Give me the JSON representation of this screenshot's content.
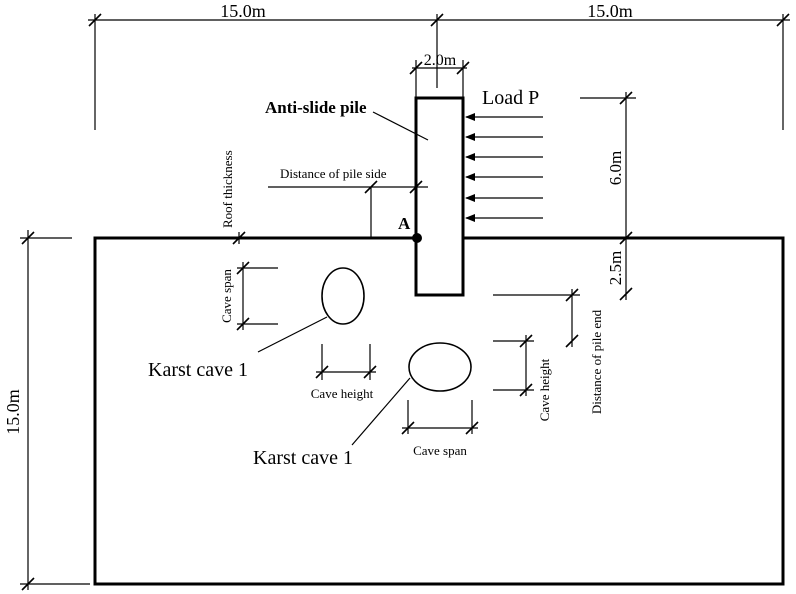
{
  "dimensions": {
    "top_left_width": "15.0m",
    "top_right_width": "15.0m",
    "pile_width": "2.0m",
    "left_height": "15.0m",
    "pile_above_ground": "6.0m",
    "pile_below_ground": "2.5m"
  },
  "labels": {
    "anti_slide_pile": "Anti-slide pile",
    "load": "Load P",
    "point_a": "A",
    "roof_thickness": "Roof thickness",
    "distance_pile_side": "Distance of pile side",
    "distance_pile_end": "Distance of pile end",
    "cave1_span": "Cave span",
    "cave1_height": "Cave height",
    "cave2_span": "Cave span",
    "cave2_height": "Cave height",
    "cave1_name": "Karst cave 1",
    "cave2_name": "Karst cave 1"
  }
}
